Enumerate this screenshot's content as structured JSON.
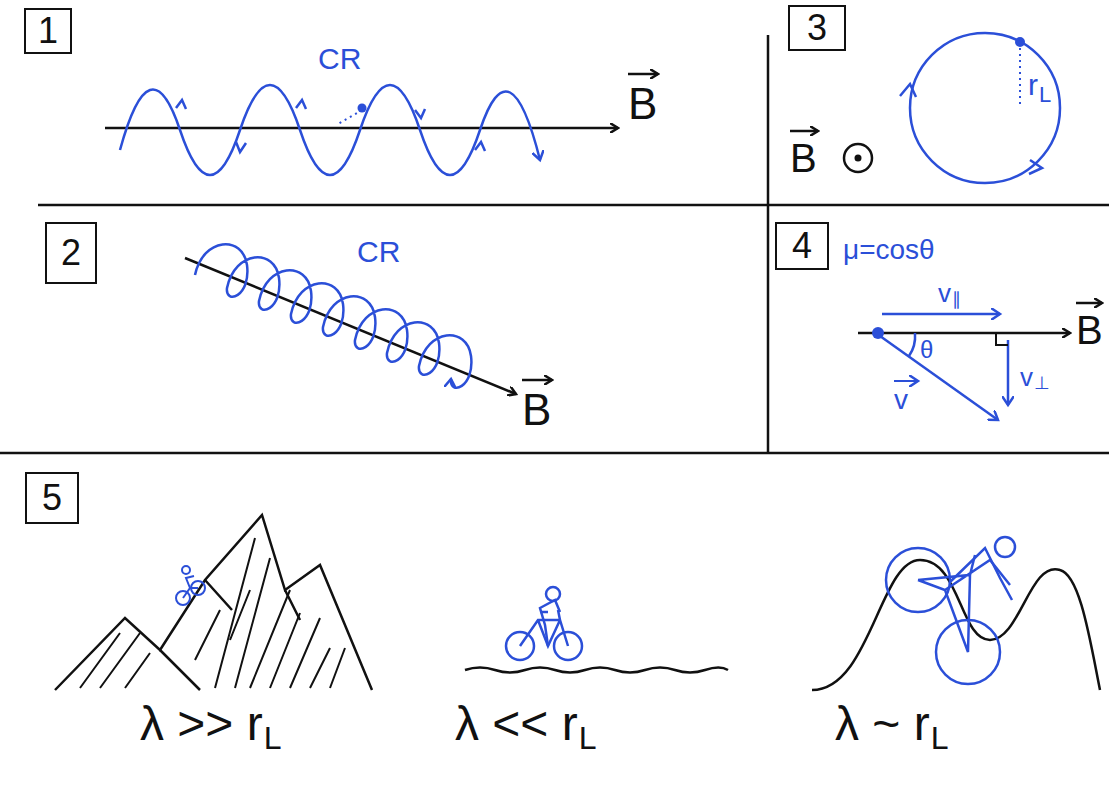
{
  "diagram": {
    "nodes": [
      {
        "text": [
          "1"
        ]
      },
      {
        "text": [
          "2"
        ]
      },
      {
        "text": [
          "3"
        ]
      },
      {
        "text": [
          "4"
        ]
      },
      {
        "text": [
          "5"
        ]
      }
    ],
    "labels": [
      "CR",
      "B",
      "CR",
      "B",
      "B",
      "r",
      "L",
      "μ=cosθ",
      "v",
      "∥",
      "θ",
      "v",
      "⊥",
      "v",
      "B",
      "λ >> r",
      "L",
      "λ << r",
      "L",
      "λ ~ r",
      "L"
    ]
  }
}
